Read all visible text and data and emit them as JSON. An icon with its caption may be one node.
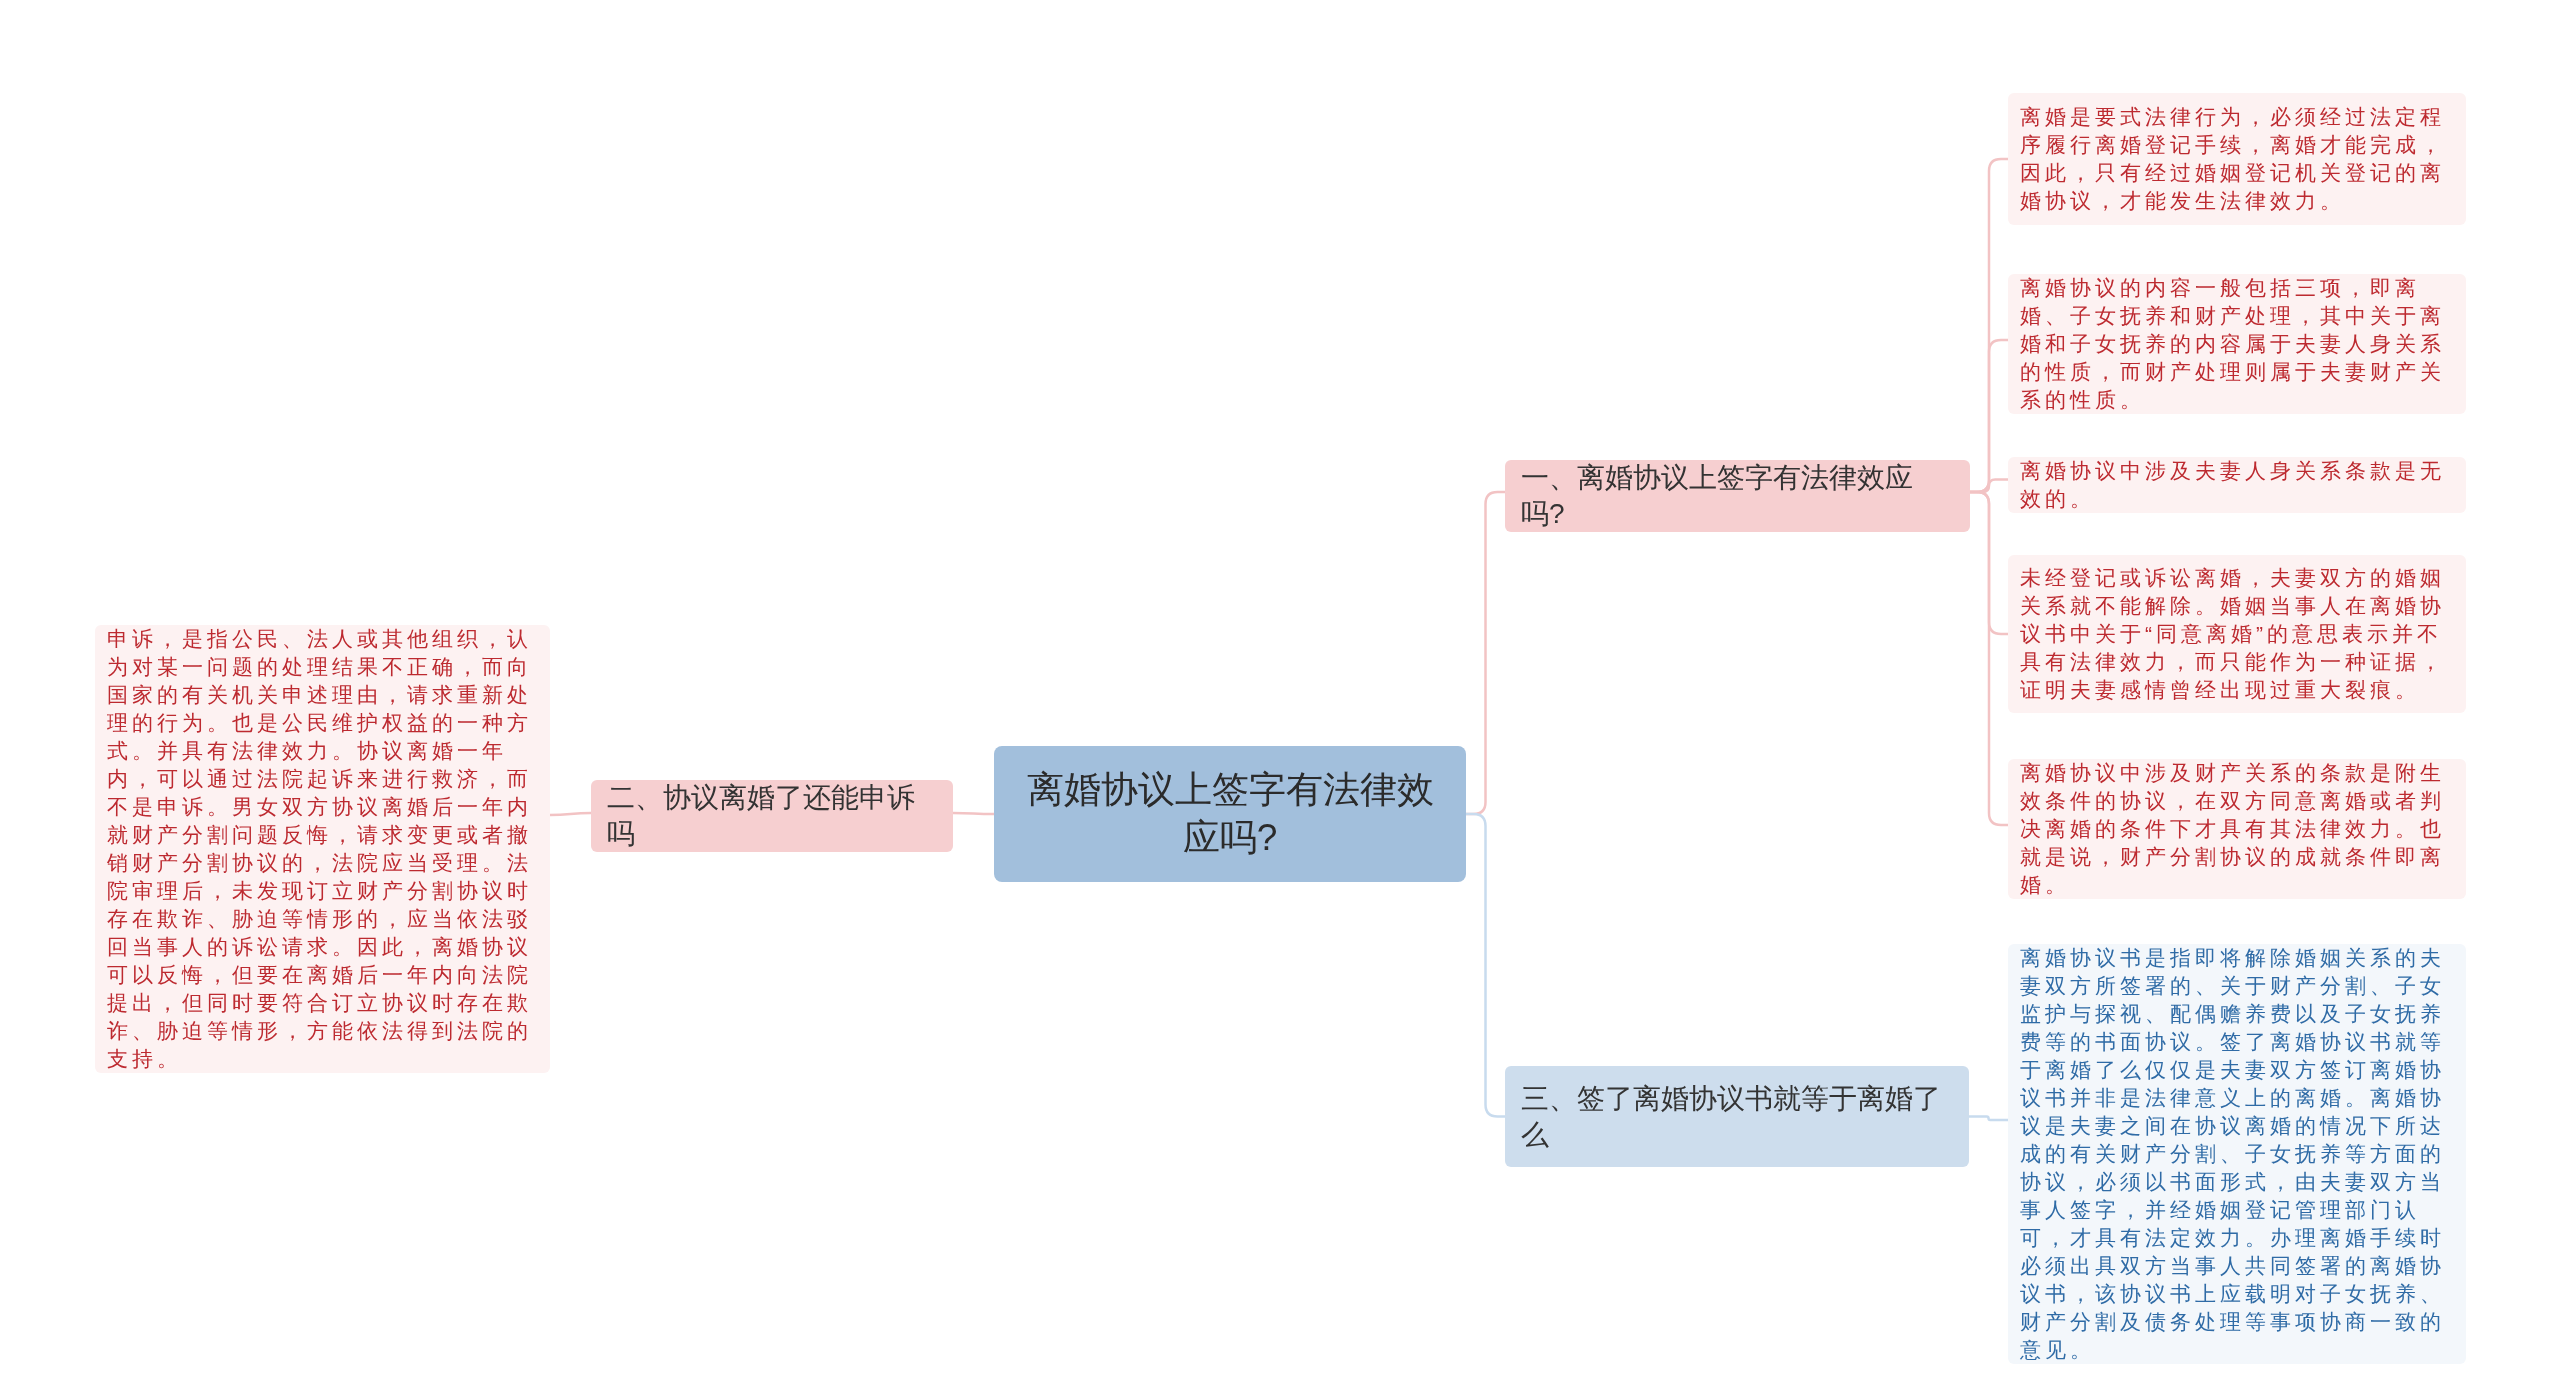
{
  "diagram": {
    "nodes": [
      {
        "text": [
          "离婚协议上签字有法律效应吗?"
        ]
      },
      {
        "text": [
          "一、离婚协议上签字有法律效应吗?"
        ]
      },
      {
        "text": [
          "离婚是要式法律行为，必须经过法定程序履行离婚登记手续，离婚才能完成，因此，只有经过婚姻登记机关登记的离婚协议，才能发生法律效力。"
        ]
      },
      {
        "text": [
          "离婚协议的内容一般包括三项，即离婚、子女抚养和财产处理，其中关于离婚和子女抚养的内容属于夫妻人身关系的性质，而财产处理则属于夫妻财产关系的性质。"
        ]
      },
      {
        "text": [
          "离婚协议中涉及夫妻人身关系条款是无效的。"
        ]
      },
      {
        "text": [
          "未经登记或诉讼离婚，夫妻双方的婚姻关系就不能解除。婚姻当事人在离婚协议书中关于“同意离婚”的意思表示并不具有法律效力，而只能作为一种证据，证明夫妻感情曾经出现过重大裂痕。"
        ]
      },
      {
        "text": [
          "离婚协议中涉及财产关系的条款是附生效条件的协议，在双方同意离婚或者判决离婚的条件下才具有其法律效力。也就是说，财产分割协议的成就条件即离婚。"
        ]
      },
      {
        "text": [
          "二、协议离婚了还能申诉吗"
        ]
      },
      {
        "text": [
          "申诉，是指公民、法人或其他组织，认为对某一问题的处理结果不正确，而向国家的有关机关申述理由，请求重新处理的行为。也是公民维护权益的一种方式。并具有法律效力。协议离婚一年内，可以通过法院起诉来进行救济，而不是申诉。男女双方协议离婚后一年内就财产分割问题反悔，请求变更或者撤销财产分割协议的，法院应当受理。法院审理后，未发现订立财产分割协议时存在欺诈、胁迫等情形的，应当依法驳回当事人的诉讼请求。因此，离婚协议可以反悔，但要在离婚后一年内向法院提出，但同时要符合订立协议时存在欺诈、胁迫等情形，方能依法得到法院的支持。"
        ]
      },
      {
        "text": [
          "三、签了离婚协议书就等于离婚了么"
        ]
      },
      {
        "text": [
          "离婚协议书是指即将解除婚姻关系的夫妻双方所签署的、关于财产分割、子女监护与探视、配偶赡养费以及子女抚养费等的书面协议。签了离婚协议书就等于离婚了么仅仅是夫妻双方签订离婚协议书并非是法律意义上的离婚。离婚协议是夫妻之间在协议离婚的情况下所达成的有关财产分割、子女抚养等方面的协议，必须以书面形式，由夫妻双方当事人签字，并经婚姻登记管理部门认可，才具有法定效力。办理离婚手续时必须出具双方当事人共同签署的离婚协议书，该协议书上应载明对子女抚养、财产分割及债务处理等事项协商一致的意见。"
        ]
      }
    ],
    "edges": [
      {
        "from": 0,
        "to": 1,
        "arrow": "none"
      },
      {
        "from": 1,
        "to": 2,
        "arrow": "none"
      },
      {
        "from": 1,
        "to": 3,
        "arrow": "none"
      },
      {
        "from": 1,
        "to": 4,
        "arrow": "none"
      },
      {
        "from": 1,
        "to": 5,
        "arrow": "none"
      },
      {
        "from": 1,
        "to": 6,
        "arrow": "none"
      },
      {
        "from": 0,
        "to": 7,
        "arrow": "none"
      },
      {
        "from": 7,
        "to": 8,
        "arrow": "none"
      },
      {
        "from": 0,
        "to": 9,
        "arrow": "none",
        "color": "#c8dbee"
      },
      {
        "from": 9,
        "to": 10,
        "arrow": "none",
        "color": "#c8dbee"
      }
    ]
  }
}
